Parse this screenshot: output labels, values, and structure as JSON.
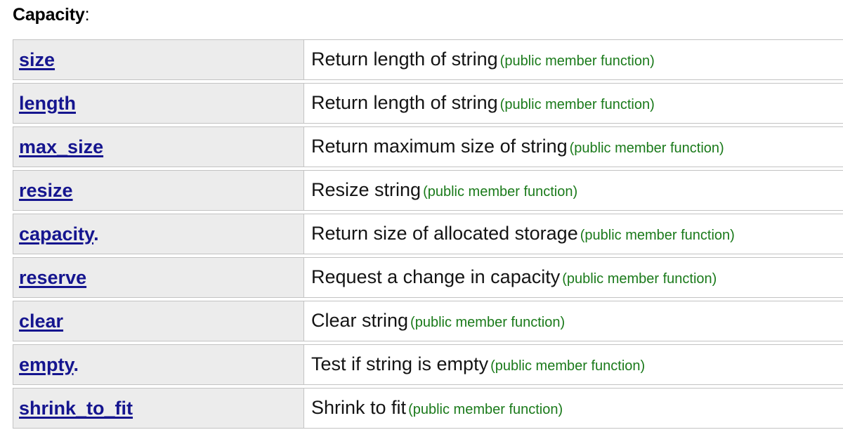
{
  "heading": {
    "word": "Capacity",
    "colon": ":"
  },
  "colors": {
    "link": "#15158f",
    "kind_text": "#1a7a1a",
    "name_cell_bg": "#ececec",
    "desc_cell_bg": "#ffffff",
    "border": "#c3c3c3",
    "body_text": "#141414"
  },
  "table": {
    "rows": [
      {
        "name": "size",
        "trailing": "",
        "description": "Return length of string",
        "kind": "(public member function)"
      },
      {
        "name": "length",
        "trailing": "",
        "description": "Return length of string",
        "kind": "(public member function)"
      },
      {
        "name": "max_size",
        "trailing": "",
        "description": "Return maximum size of string",
        "kind": "(public member function)"
      },
      {
        "name": "resize",
        "trailing": "",
        "description": "Resize string",
        "kind": "(public member function)"
      },
      {
        "name": "capacity",
        "trailing": ".",
        "description": "Return size of allocated storage",
        "kind": "(public member function)"
      },
      {
        "name": "reserve",
        "trailing": "",
        "description": "Request a change in capacity",
        "kind": "(public member function)"
      },
      {
        "name": "clear",
        "trailing": "",
        "description": "Clear string",
        "kind": "(public member function)"
      },
      {
        "name": "empty",
        "trailing": ".",
        "description": "Test if string is empty",
        "kind": "(public member function)"
      },
      {
        "name": "shrink_to_fit",
        "trailing": "",
        "description": "Shrink to fit",
        "kind": "(public member function)"
      }
    ]
  }
}
